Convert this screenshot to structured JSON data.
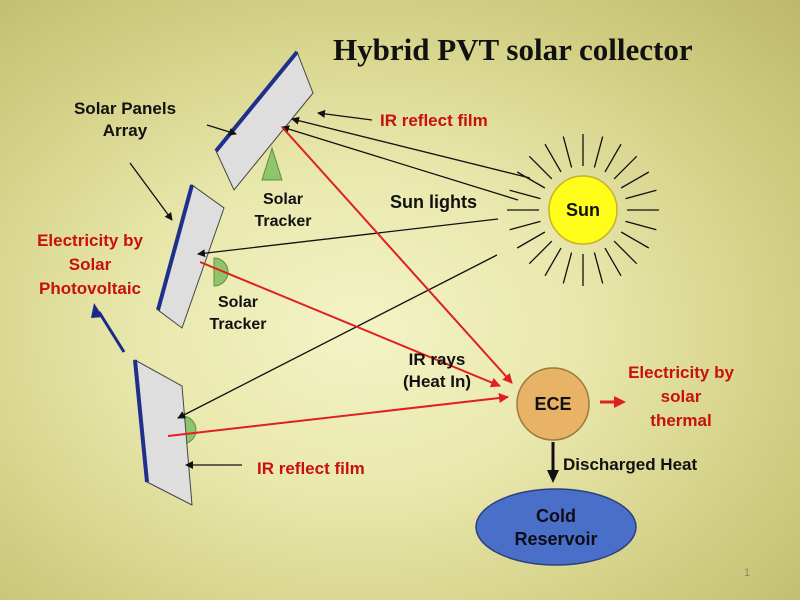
{
  "title": "Hybrid PVT solar collector",
  "labels": {
    "solar_panels_array": "Solar Panels Array",
    "ir_reflect_film_top": "IR reflect film",
    "ir_reflect_film_bottom": "IR reflect film",
    "solar_tracker_top": "Solar Tracker",
    "solar_tracker_mid": "Solar Tracker",
    "sun_lights": "Sun lights",
    "sun": "Sun",
    "electricity_pv": "Electricity by Solar Photovoltaic",
    "ir_rays": "IR rays (Heat In)",
    "ece": "ECE",
    "electricity_thermal": "Electricity by solar thermal",
    "discharged_heat": "Discharged Heat",
    "cold_reservoir": "Cold Reservoir"
  },
  "page_number": "1",
  "colors": {
    "red_text": "#c8100c",
    "sun_fill": "#fefe1a",
    "ece_fill": "#e8b267",
    "reservoir_fill": "#4a6fc9",
    "panel_fill": "#dedede",
    "panel_edge": "#1f2f8c",
    "tracker_fill": "#8fc56a",
    "ray_red": "#e02020",
    "arrow_blue": "#1a2a8a"
  }
}
